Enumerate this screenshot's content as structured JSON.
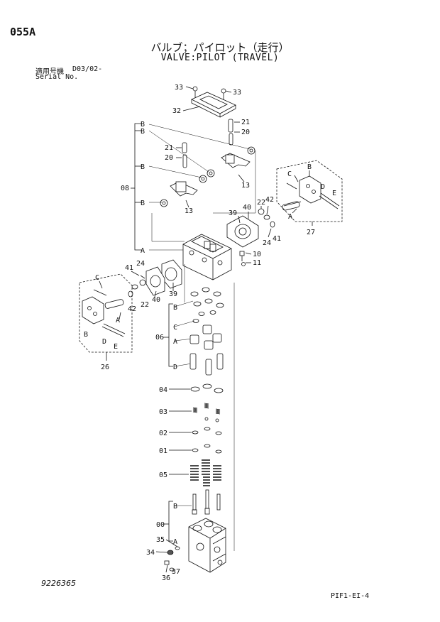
{
  "header": {
    "page_code": "055A",
    "title_jp": "バルブ；パイロット（走行）",
    "title_en": "VALVE:PILOT (TRAVEL)",
    "serial_label_jp": "適用号機",
    "serial_value": "D03/02-",
    "serial_label_en": "Serial No."
  },
  "footer": {
    "doc_number": "9226365",
    "page_ref": "PIF1-EI-4"
  },
  "callouts": {
    "c33a": "33",
    "c33b": "33",
    "c32": "32",
    "c21a": "21",
    "c20a": "20",
    "c21b": "21",
    "c20b": "20",
    "cB1": "B",
    "cB2": "B",
    "cB3": "B",
    "cB4": "B",
    "c08": "08",
    "c13a": "13",
    "c13b": "13",
    "cA1": "A",
    "c39a": "39",
    "c40a": "40",
    "c22a": "22",
    "c42a": "42",
    "c24a": "24",
    "c41a": "41",
    "c10": "10",
    "c11": "11",
    "cC1": "C",
    "cB5": "B",
    "cD1": "D",
    "cE1": "E",
    "cA2": "A",
    "c27": "27",
    "c41b": "41",
    "c24b": "24",
    "c39b": "39",
    "c40b": "40",
    "c42b": "42",
    "c22b": "22",
    "cC2": "C",
    "cA3": "A",
    "cB6": "B",
    "cD2": "D",
    "cE2": "E",
    "c26": "26",
    "cB7": "B",
    "cC3": "C",
    "c06": "06",
    "cA4": "A",
    "cD3": "D",
    "c04": "04",
    "c03": "03",
    "c02": "02",
    "c01": "01",
    "c05": "05",
    "cB8": "B",
    "c00": "00",
    "cA5": "A",
    "c35": "35",
    "c34": "34",
    "c36": "36",
    "c37": "37"
  }
}
